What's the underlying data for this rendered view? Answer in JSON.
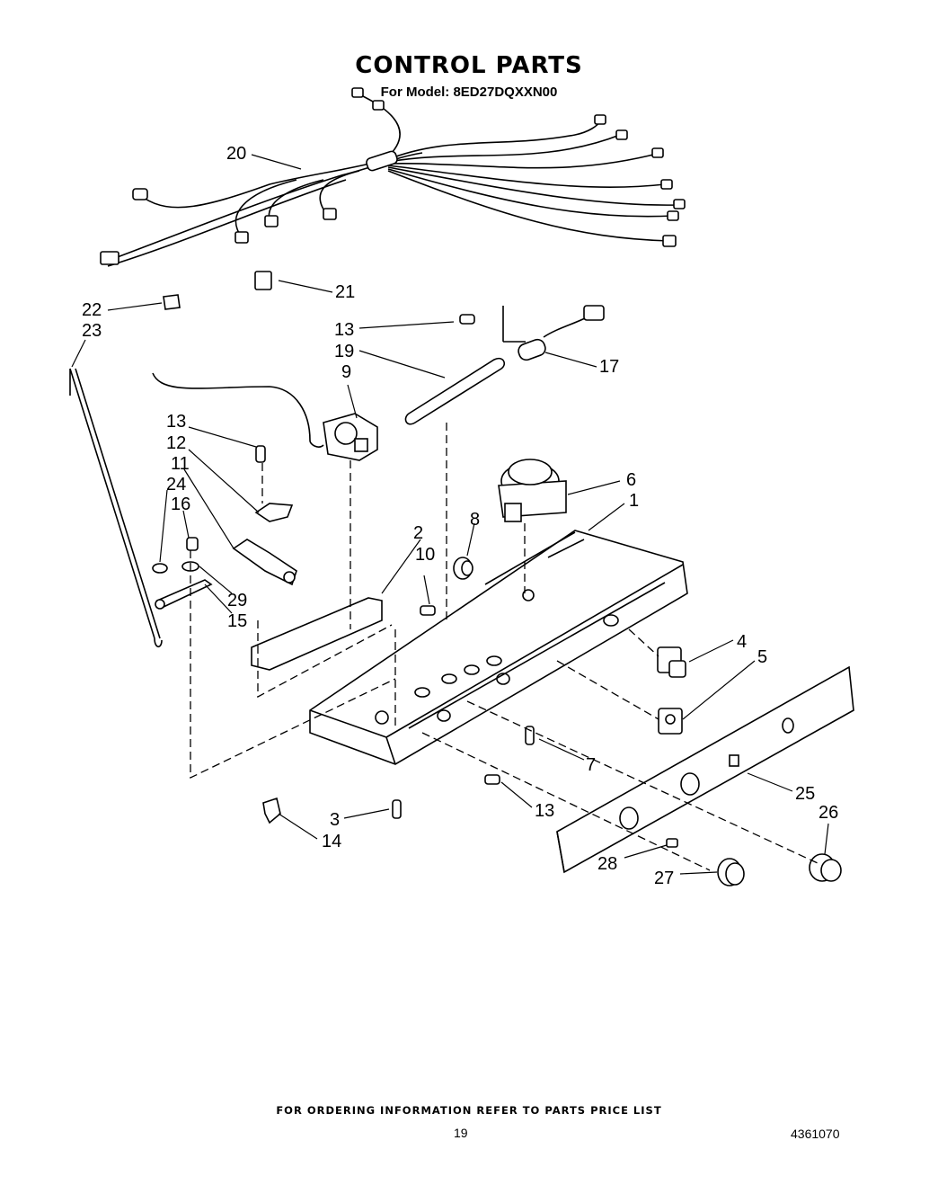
{
  "title": "CONTROL PARTS",
  "subtitle": "For Model: 8ED27DQXXN00",
  "footer": "FOR ORDERING INFORMATION REFER TO PARTS PRICE LIST",
  "page_number": "19",
  "doc_number": "4361070",
  "callouts": {
    "c20": "20",
    "c21": "21",
    "c22": "22",
    "c23": "23",
    "c13a": "13",
    "c19": "19",
    "c9": "9",
    "c17": "17",
    "c13b": "13",
    "c12": "12",
    "c11": "11",
    "c24": "24",
    "c16": "16",
    "c29": "29",
    "c15": "15",
    "c6": "6",
    "c1": "1",
    "c8": "8",
    "c2": "2",
    "c10": "10",
    "c4": "4",
    "c5": "5",
    "c7": "7",
    "c13c": "13",
    "c3": "3",
    "c14": "14",
    "c25": "25",
    "c26": "26",
    "c28": "28",
    "c27": "27"
  }
}
